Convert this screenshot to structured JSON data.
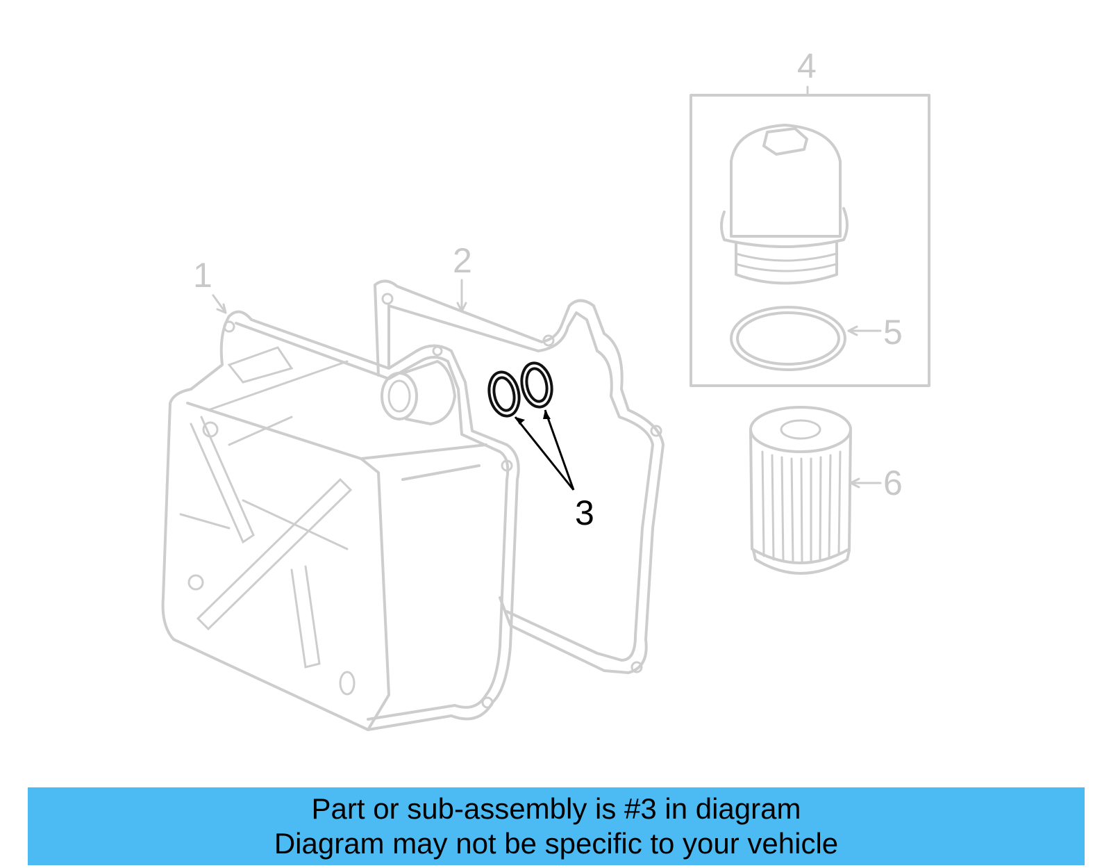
{
  "diagram": {
    "callouts": [
      "1",
      "2",
      "3",
      "4",
      "5",
      "6"
    ],
    "highlighted_part": "3"
  },
  "banner": {
    "line1": "Part or sub-assembly is #3 in diagram",
    "line2": "Diagram may not be specific to your vehicle",
    "background_color": "#4dbbf3"
  },
  "colors": {
    "inactive_part": "#cdcdcd",
    "active_part": "#000000"
  }
}
